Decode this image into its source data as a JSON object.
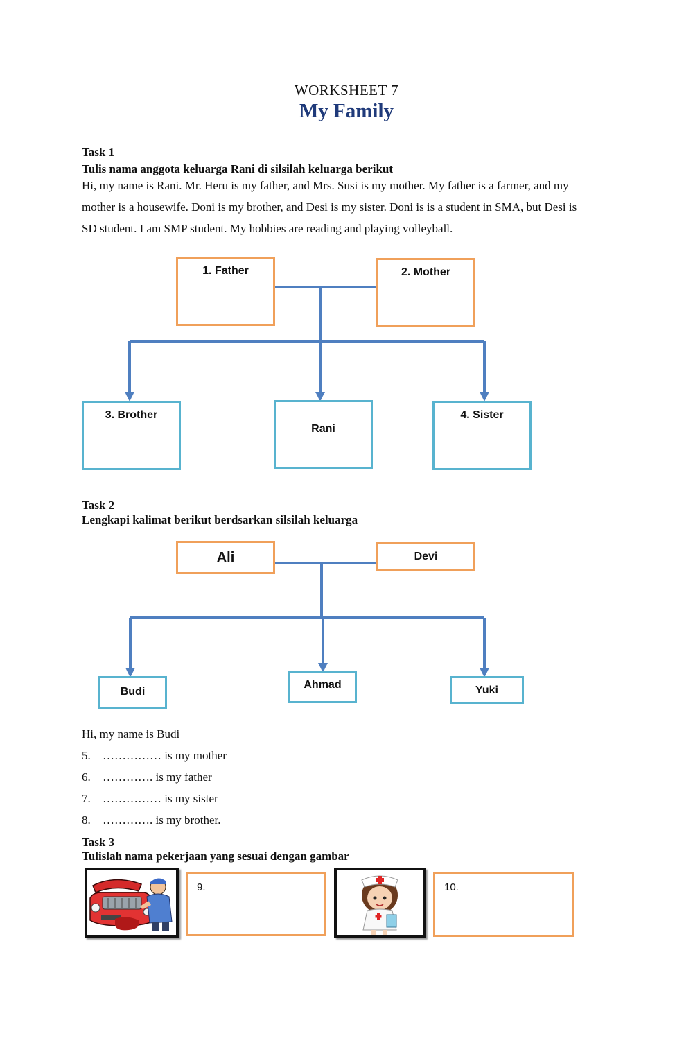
{
  "header": {
    "worksheet": "WORKSHEET  7",
    "title": "My Family"
  },
  "task1": {
    "heading": "Task 1",
    "instruction": "Tulis nama anggota keluarga Rani di silsilah keluarga berikut",
    "story_lines": [
      "Hi, my name is Rani. Mr. Heru is my father, and Mrs. Susi is my mother. My father is a farmer, and my",
      "mother is a housewife. Doni is my brother, and Desi is my sister. Doni is is a student in SMA, but Desi is",
      "SD student. I am SMP student. My hobbies are reading and playing volleyball."
    ],
    "tree": {
      "father": "1.   Father",
      "mother": "2. Mother",
      "brother": "3. Brother",
      "center": "Rani",
      "sister": "4. Sister"
    }
  },
  "task2": {
    "heading": "Task 2",
    "instruction": "Lengkapi kalimat berikut berdsarkan silsilah keluarga",
    "tree": {
      "father": "Ali",
      "mother": "Devi",
      "left": "Budi",
      "center": "Ahmad",
      "right": "Yuki"
    },
    "intro": "Hi, my name is Budi",
    "sentences": [
      {
        "num": "5.",
        "text": "…………… is my mother"
      },
      {
        "num": "6.",
        "text": "…………. is my father"
      },
      {
        "num": "7.",
        "text": "…………… is my sister"
      },
      {
        "num": "8.",
        "text": "…………. is my brother."
      }
    ]
  },
  "task3": {
    "heading": "Task 3",
    "instruction": "Tulislah nama pekerjaan yang sesuai dengan gambar",
    "answers": [
      {
        "num": "9."
      },
      {
        "num": "10."
      }
    ],
    "images": [
      "mechanic-illustration",
      "nurse-illustration"
    ]
  },
  "colors": {
    "title": "#1f3a7a",
    "connector": "#4f7fc0",
    "parent_box": "#f0a05a",
    "child_box": "#58b3cf"
  }
}
